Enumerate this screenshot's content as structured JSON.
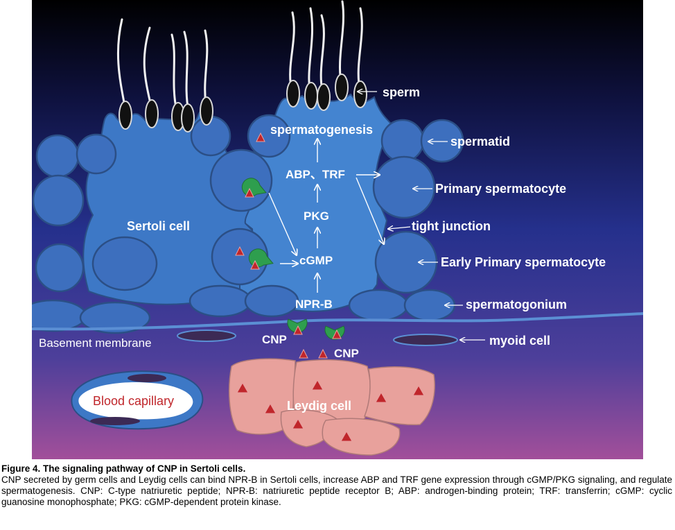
{
  "diagram": {
    "labels": {
      "sperm": "sperm",
      "spermatogenesis": "spermatogenesis",
      "spermatid": "spermatid",
      "abp_trf": "ABP、TRF",
      "primary_spermatocyte": "Primary spermatocyte",
      "sertoli_cell": "Sertoli cell",
      "pkg": "PKG",
      "tight_junction": "tight junction",
      "cgmp": "cGMP",
      "early_primary_spermatocyte": "Early Primary spermatocyte",
      "npr_b": "NPR-B",
      "spermatogonium": "spermatogonium",
      "cnp_left": "CNP",
      "cnp_right": "CNP",
      "basement_membrane": "Basement membrane",
      "myoid_cell": "myoid cell",
      "blood_capillary": "Blood capillary",
      "leydig_cell": "Leydig cell"
    },
    "colors": {
      "background_top": "#000000",
      "background_mid": "#2a2f8c",
      "background_bottom": "#a24f9a",
      "cell_blue": "#3d78c6",
      "cell_outline": "#2b4f86",
      "leydig_pink": "#e8a19c",
      "receptor_green": "#2e9e4e",
      "cnp_triangle": "#c0262b",
      "capillary_red": "#c0262b"
    }
  },
  "caption": {
    "title": "Figure 4. The signaling pathway of CNP in Sertoli cells.",
    "body": "CNP secreted by germ cells and Leydig cells can bind NPR-B in Sertoli cells, increase ABP and TRF gene expression through cGMP/PKG signaling, and regulate spermatogenesis. CNP: C-type natriuretic peptide; NPR-B: natriuretic peptide receptor B; ABP: androgen-binding protein; TRF: transferrin; cGMP: cyclic guanosine monophosphate; PKG: cGMP-dependent protein kinase."
  }
}
